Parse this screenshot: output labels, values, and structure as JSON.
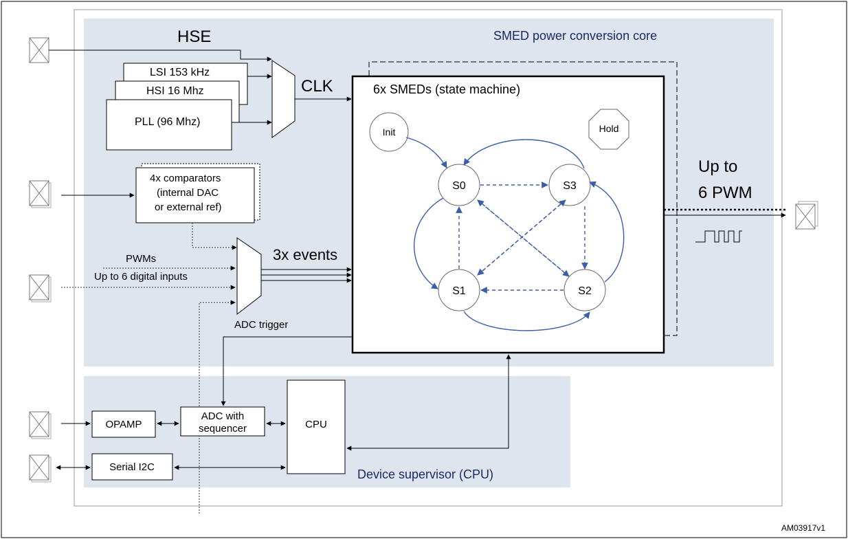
{
  "diagram": {
    "regions": {
      "core_title": "SMED power conversion core",
      "supervisor_title": "Device supervisor (CPU)"
    },
    "clock": {
      "hse": "HSE",
      "lsi": "LSI  153 kHz",
      "hsi": "HSI  16 Mhz",
      "pll": "PLL (96 Mhz)",
      "clk": "CLK"
    },
    "comparators": [
      "4x comparators",
      "(internal DAC",
      "or external ref)"
    ],
    "inputs": {
      "pwms": "PWMs",
      "digital": "Up to 6 digital inputs",
      "events": "3x events",
      "adc_trigger": "ADC trigger"
    },
    "smed": {
      "title": "6x SMEDs (state  machine)",
      "states": {
        "init": "Init",
        "hold": "Hold",
        "s0": "S0",
        "s1": "S1",
        "s2": "S2",
        "s3": "S3"
      }
    },
    "output": [
      "Up to",
      "6 PWM"
    ],
    "supervisor": {
      "opamp": "OPAMP",
      "adc": [
        "ADC with",
        "sequencer"
      ],
      "cpu": "CPU",
      "i2c": "Serial  I2C"
    },
    "figure_id": "AM03917v1"
  }
}
